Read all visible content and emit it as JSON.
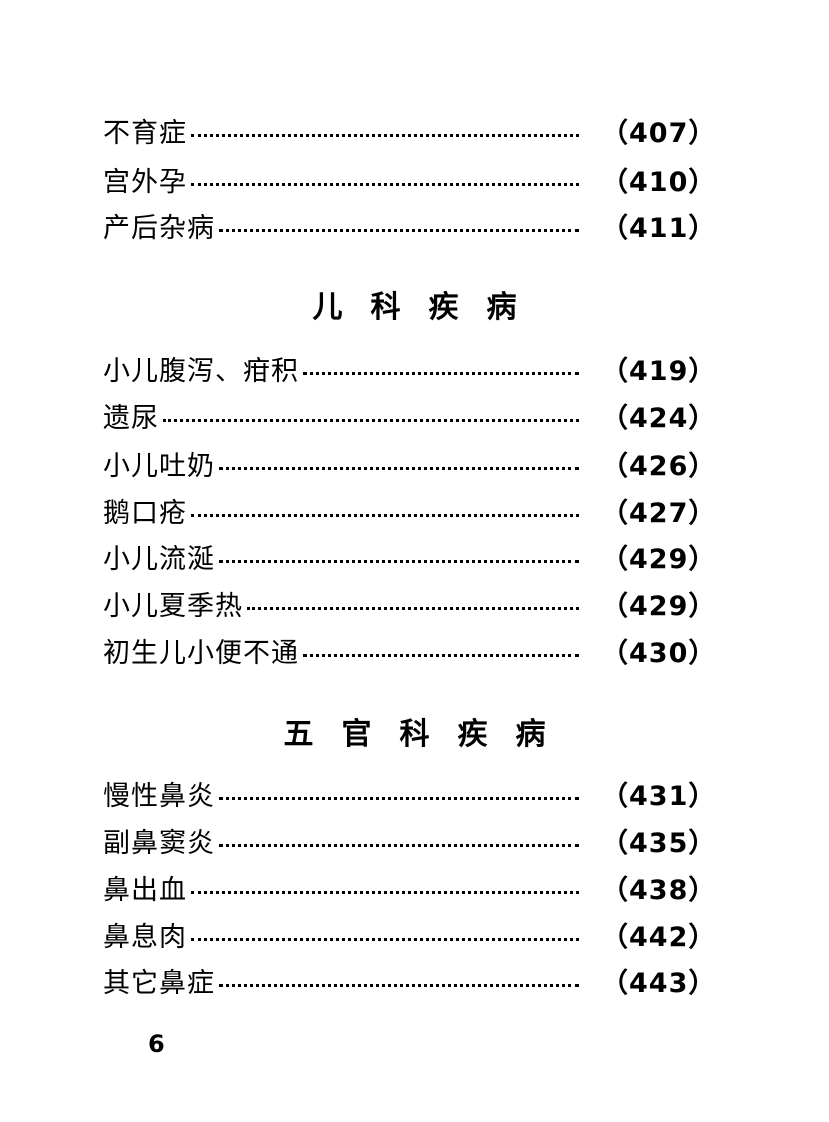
{
  "sections": [
    {
      "entries": [
        {
          "title": "不育症",
          "page": "（407）"
        },
        {
          "title": "宫外孕",
          "page": "（410）"
        },
        {
          "title": "产后杂病",
          "page": "（411）"
        }
      ]
    },
    {
      "heading": "儿科疾病",
      "entries": [
        {
          "title": "小儿腹泻、疳积",
          "page": "（419）"
        },
        {
          "title": "遗尿",
          "page": "（424）"
        },
        {
          "title": "小儿吐奶",
          "page": "（426）"
        },
        {
          "title": "鹅口疮",
          "page": "（427）"
        },
        {
          "title": "小儿流涎",
          "page": "（429）"
        },
        {
          "title": "小儿夏季热",
          "page": "（429）"
        },
        {
          "title": "初生儿小便不通",
          "page": "（430）"
        }
      ]
    },
    {
      "heading": "五官科疾病",
      "entries": [
        {
          "title": "慢性鼻炎",
          "page": "（431）"
        },
        {
          "title": "副鼻窦炎",
          "page": "（435）"
        },
        {
          "title": "鼻出血",
          "page": "（438）"
        },
        {
          "title": "鼻息肉",
          "page": "（442）"
        },
        {
          "title": "其它鼻症",
          "page": "（443）"
        }
      ]
    }
  ],
  "page_number": "6"
}
